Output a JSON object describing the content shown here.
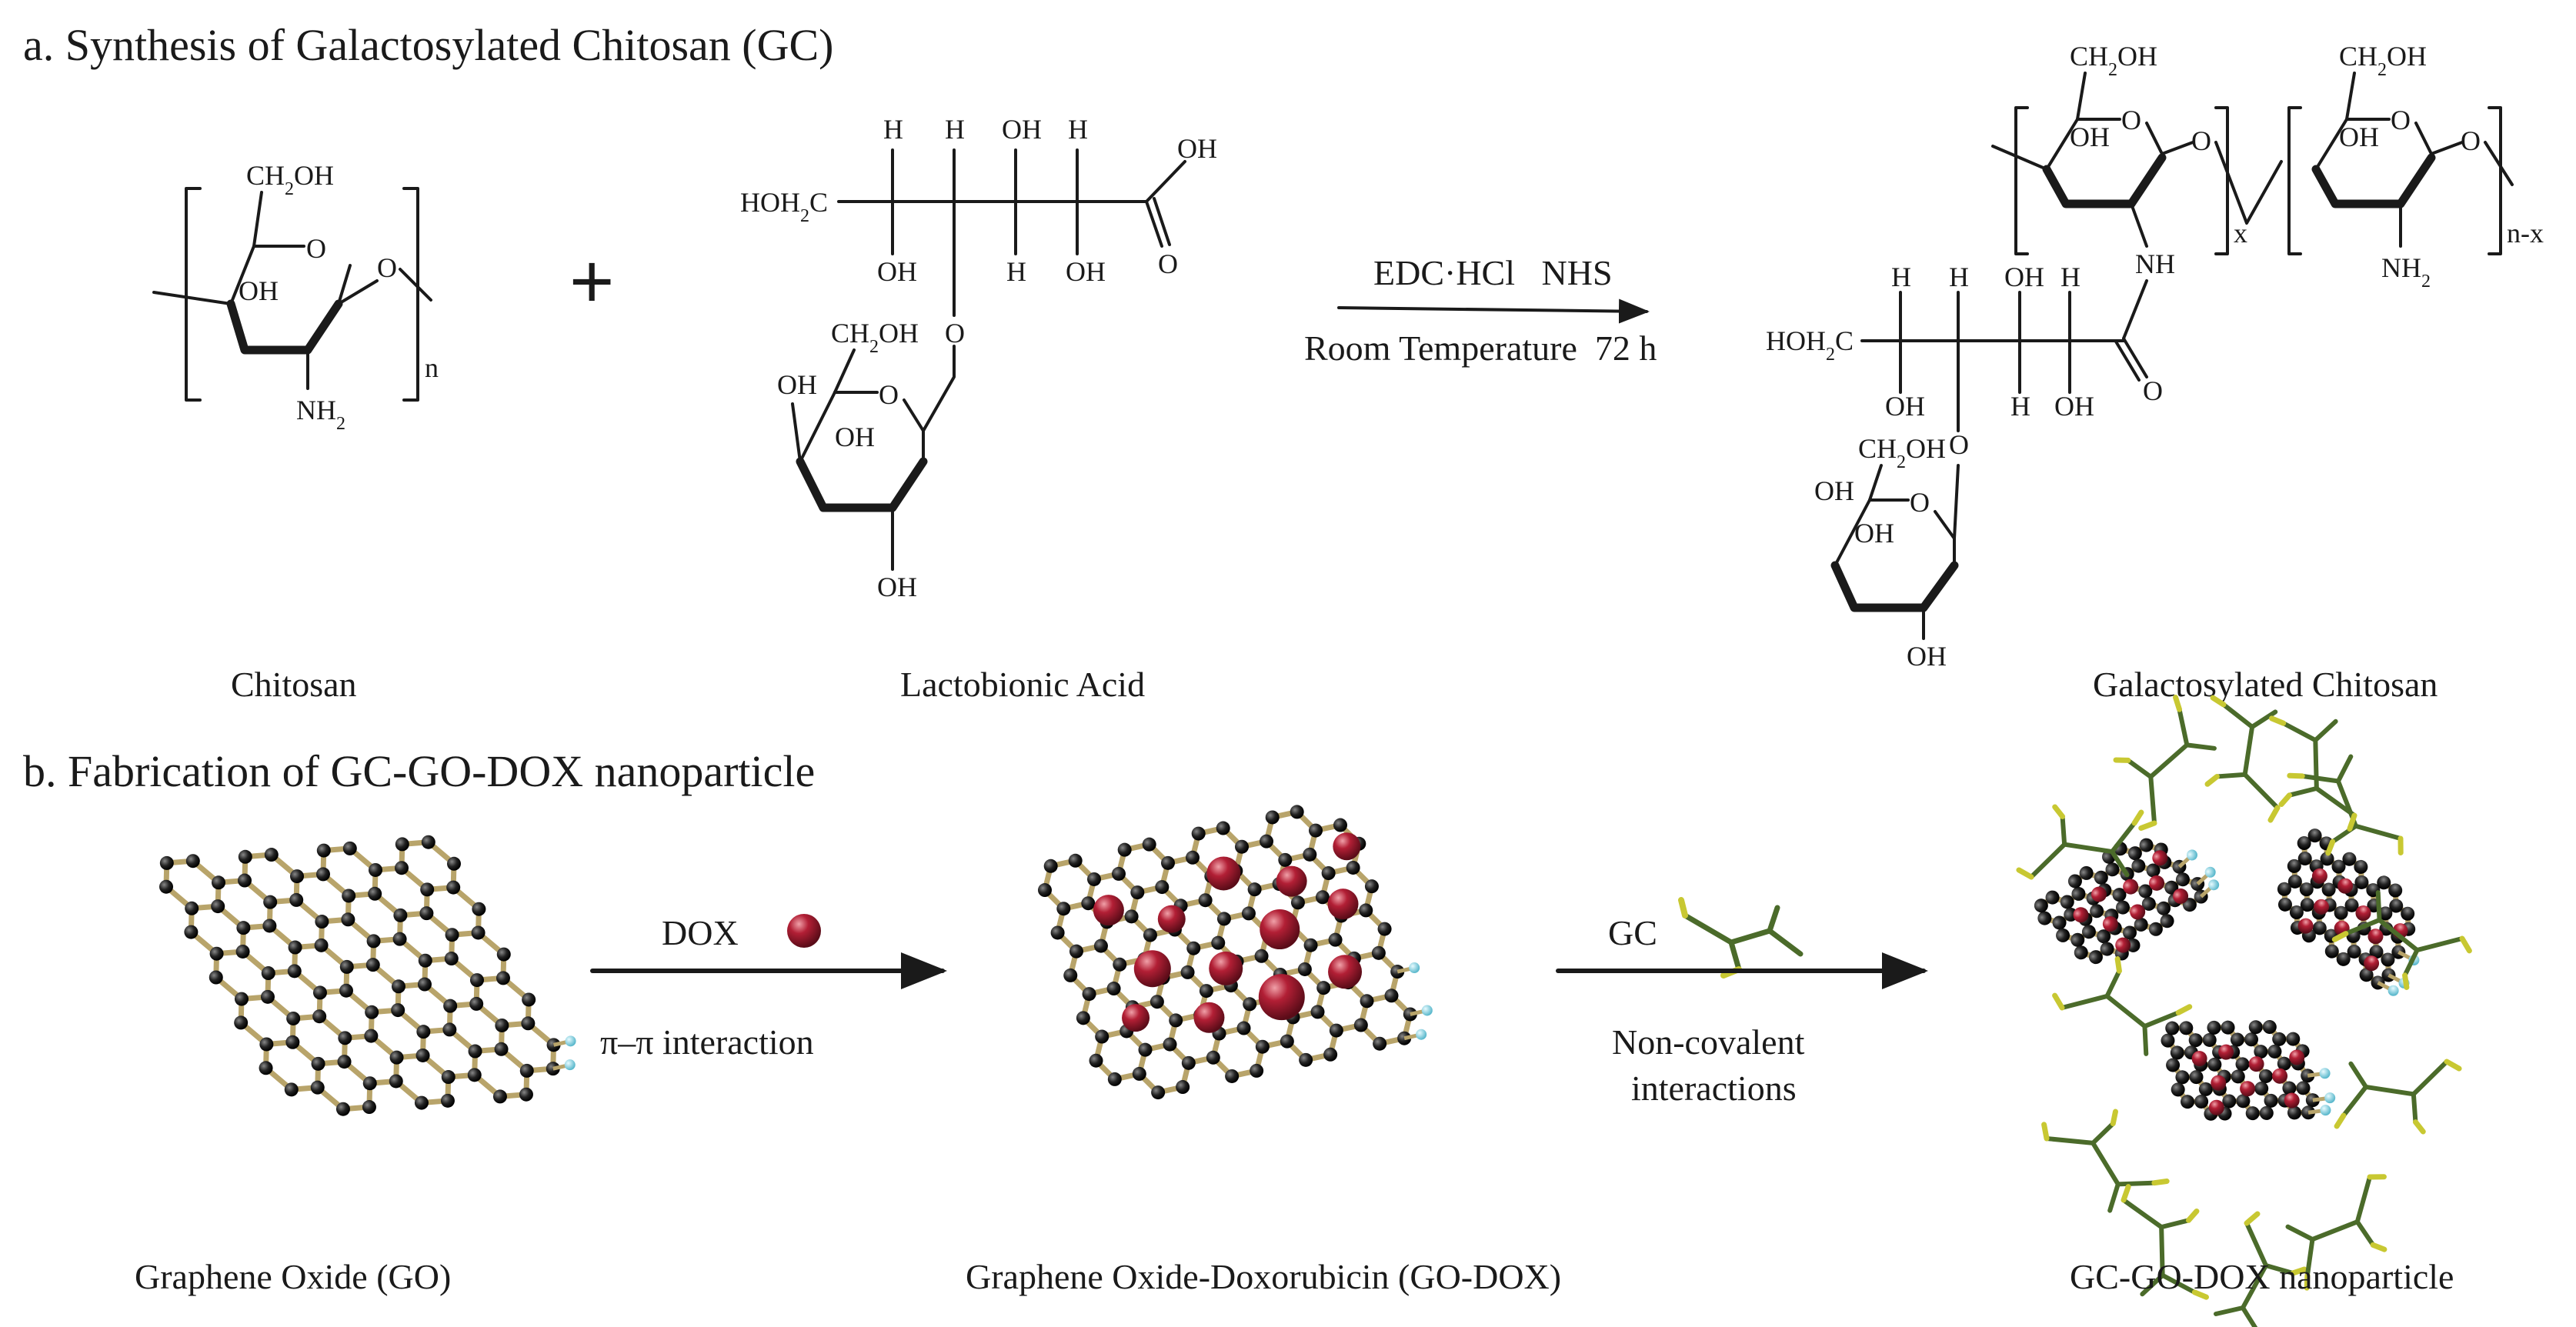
{
  "section_a": {
    "title": "a. Synthesis of Galactosylated Chitosan (GC)",
    "plus": "+",
    "chitosan": {
      "caption": "Chitosan",
      "repeat": "n"
    },
    "lactobionic_acid": {
      "caption": "Lactobionic Acid"
    },
    "reaction": {
      "reagents": "EDC·HCl   NHS",
      "conditions": "Room Temperature  72 h"
    },
    "galactosylated_chitosan": {
      "caption": "Galactosylated Chitosan",
      "repeat_x": "x",
      "repeat_nx": "n-x"
    },
    "labels": {
      "ch2oh": "CH2OH",
      "oh": "OH",
      "o": "O",
      "nh2": "NH2",
      "nh": "NH",
      "h": "H",
      "hoh2c": "HOH2C"
    }
  },
  "section_b": {
    "title": "b. Fabrication of GC-GO-DOX nanoparticle",
    "step1": {
      "reagent": "DOX",
      "interaction": "π–π interaction"
    },
    "step2": {
      "reagent": "GC",
      "interaction_line1": "Non-covalent",
      "interaction_line2": "interactions"
    },
    "captions": {
      "go": "Graphene Oxide (GO)",
      "go_dox": "Graphene Oxide-Doxorubicin (GO-DOX)",
      "nanoparticle": "GC-GO-DOX nanoparticle"
    }
  },
  "colors": {
    "carbon_atom": "#222222",
    "bond_gold": "#b8a46a",
    "oxygen_tip": "#7fd0e0",
    "dox_red": "#a3192f",
    "gc_green": "#4b6b2a",
    "gc_yellow": "#c8c832",
    "text": "#1a1a1a"
  }
}
